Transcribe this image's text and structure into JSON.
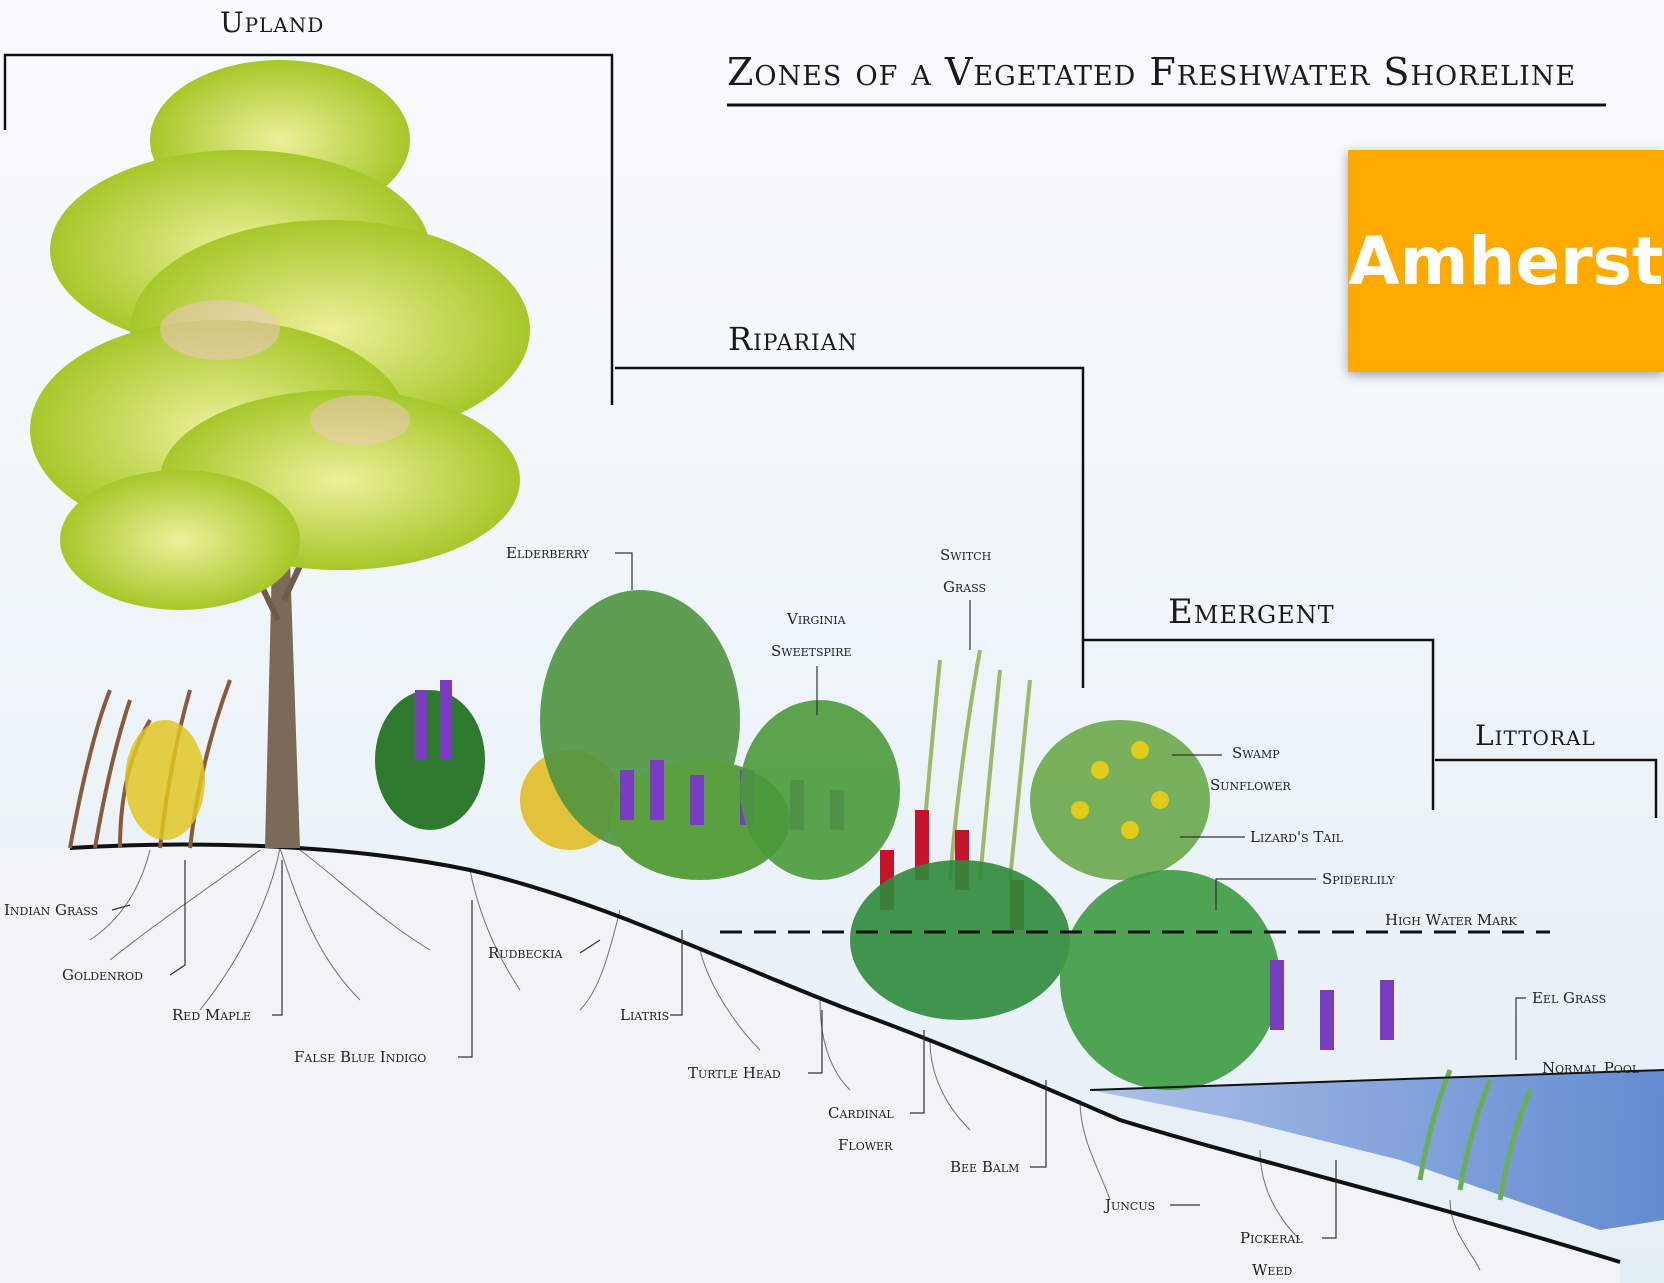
{
  "title": "Zones of a Vegetated Freshwater Shoreline",
  "badge": {
    "text": "Amherst",
    "color": "#ffaa00"
  },
  "zones": {
    "upland": "Upland",
    "riparian": "Riparian",
    "emergent": "Emergent",
    "littoral": "Littoral"
  },
  "water_lines": {
    "high_water_mark": "High Water Mark",
    "normal_pool": "Normal Pool"
  },
  "plants": {
    "indian_grass": "Indian Grass",
    "goldenrod": "Goldenrod",
    "red_maple": "Red Maple",
    "false_blue_indigo": "False Blue Indigo",
    "rudbeckia": "Rudbeckia",
    "liatris": "Liatris",
    "elderberry": "Elderberry",
    "virginia_sweetspire_1": "Virginia",
    "virginia_sweetspire_2": "Sweetspire",
    "switch_grass_1": "Switch",
    "switch_grass_2": "Grass",
    "turtle_head": "Turtle Head",
    "cardinal_flower_1": "Cardinal",
    "cardinal_flower_2": "Flower",
    "bee_balm": "Bee Balm",
    "swamp_sunflower_1": "Swamp",
    "swamp_sunflower_2": "Sunflower",
    "lizards_tail": "Lizard's Tail",
    "spiderlily": "Spiderlily",
    "juncus": "Juncus",
    "pickerel_weed_1": "Pickeral",
    "pickerel_weed_2": "Weed",
    "eel_grass": "Eel Grass"
  },
  "colors": {
    "foliage": "#b8d430",
    "water": "#6f95d6",
    "cardinal": "#c4142a",
    "purple": "#7a3cc0",
    "yellow": "#e2cc1a"
  }
}
